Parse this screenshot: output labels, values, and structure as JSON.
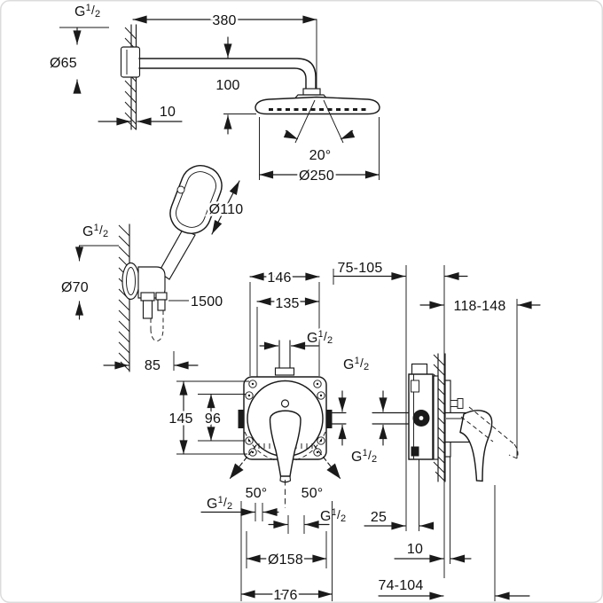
{
  "drawing": {
    "kind": "shower-system-installation-dimensional-drawing",
    "line_color": "#1a1a1a",
    "background": "#ffffff"
  },
  "labels": {
    "thread": {
      "letter": "G",
      "sup": "1",
      "slash": "/",
      "sub": "2"
    }
  },
  "dims": {
    "arm_length": "380",
    "arm_flange_dia": "Ø65",
    "head_drop": "100",
    "wall_thickness": "10",
    "spray_angle": "20°",
    "head_dia": "Ø250",
    "hand_shower_dia": "Ø110",
    "holder_flange_dia": "Ø70",
    "hose_length": "1500",
    "hose_offset": "85",
    "rough_in_width": "146",
    "rough_in_inner_width": "135",
    "install_depth_range": "75-105",
    "lever_depth_range": "118-148",
    "plate_height": "145",
    "screw_spacing": "96",
    "swing_left": "50°",
    "swing_right": "50°",
    "cutout_dia": "Ø158",
    "trim_width": "176",
    "min_clearance": "25",
    "trim_standoff": "10",
    "handle_depth_range": "74-104"
  }
}
